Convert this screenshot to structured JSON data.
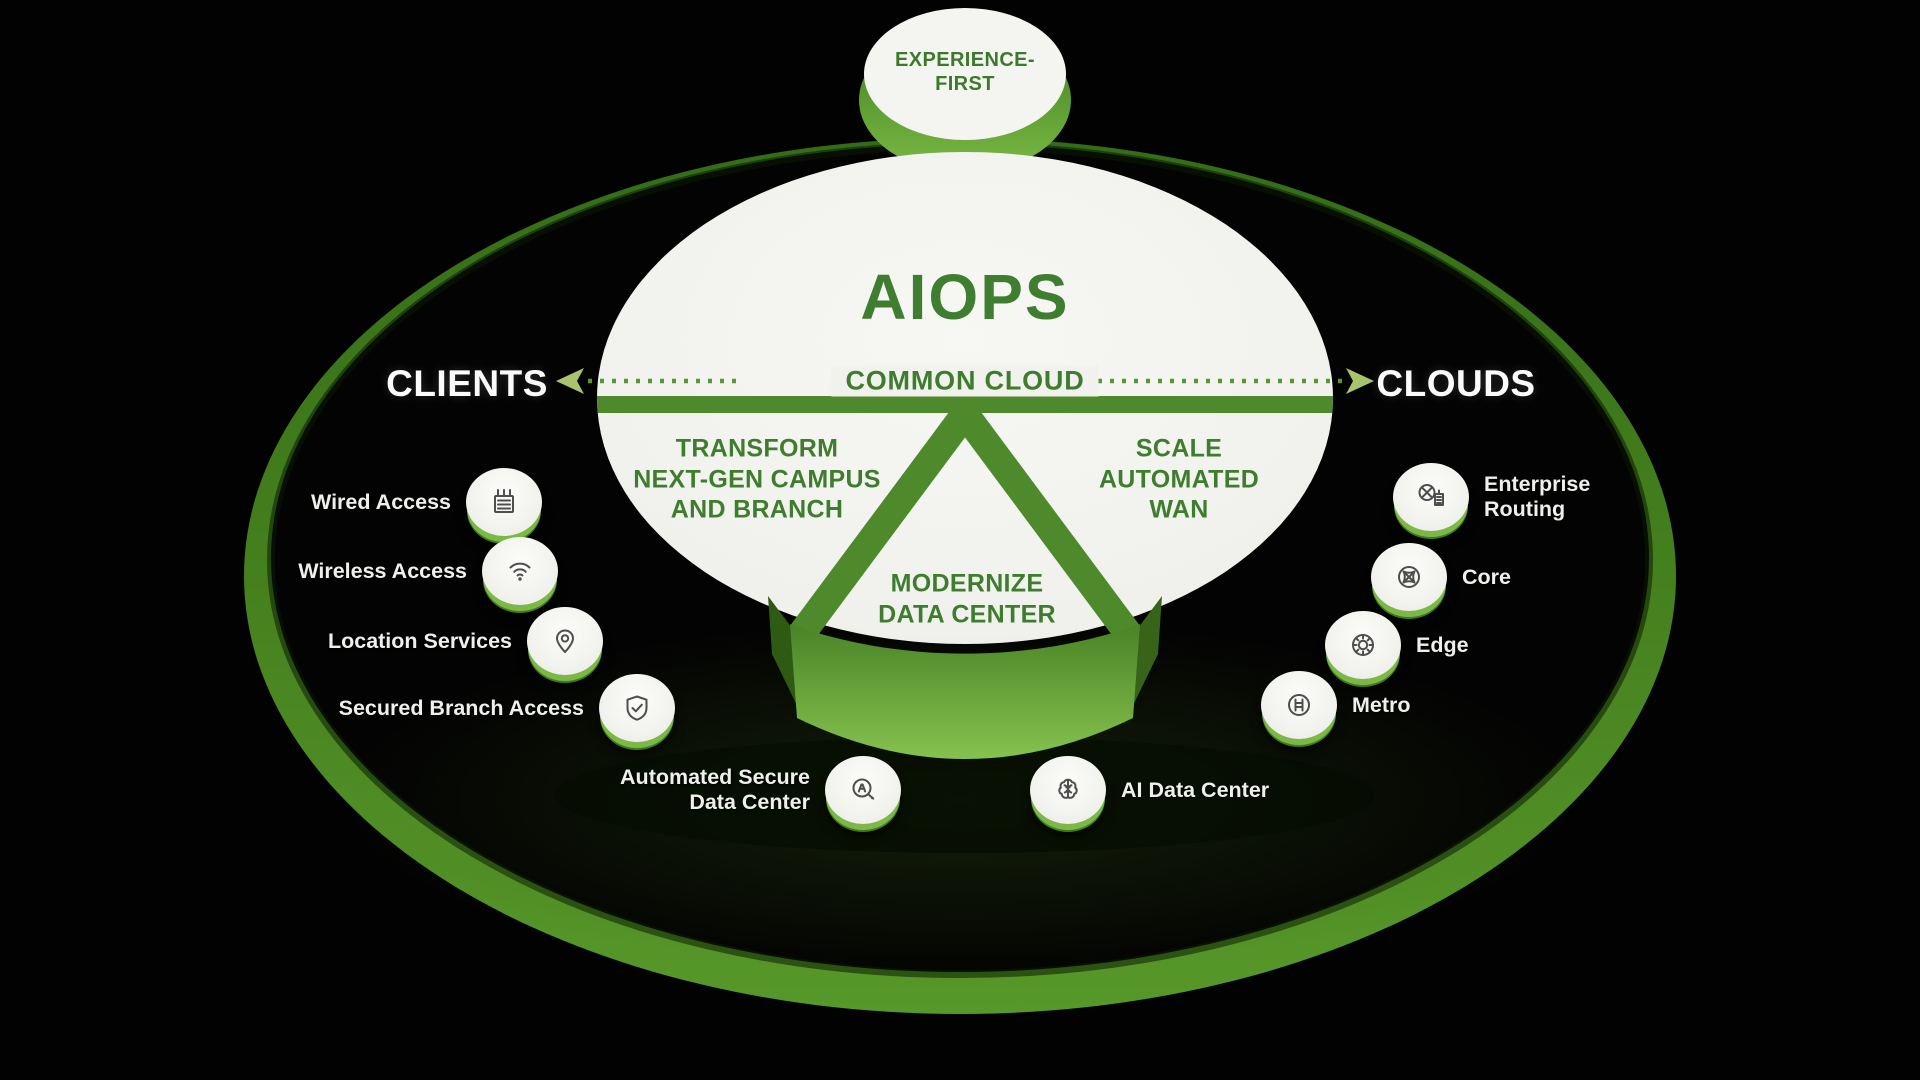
{
  "colors": {
    "accent_green": "#4e8a2b",
    "bright_green": "#7cb944",
    "dark_green": "#2e5a14",
    "text_green": "#3f7d2e",
    "surface_white": "#f1f1ee",
    "background": "#020202",
    "label_white": "#efefec"
  },
  "badge": {
    "line1": "EXPERIENCE-",
    "line2": "FIRST"
  },
  "hub": {
    "title": "AIOPS",
    "band": "COMMON CLOUD"
  },
  "groups": {
    "left": "CLIENTS",
    "right": "CLOUDS"
  },
  "segments": {
    "left": {
      "line1": "TRANSFORM",
      "line2": "NEXT-GEN CAMPUS",
      "line3": "AND BRANCH"
    },
    "right": {
      "line1": "SCALE",
      "line2": "AUTOMATED",
      "line3": "WAN"
    },
    "bottom": {
      "line1": "MODERNIZE",
      "line2": "DATA CENTER"
    }
  },
  "left_items": [
    {
      "label": "Wired Access",
      "icon": "wired-access-icon"
    },
    {
      "label": "Wireless Access",
      "icon": "wifi-icon"
    },
    {
      "label": "Location Services",
      "icon": "location-pin-icon"
    },
    {
      "label": "Secured Branch Access",
      "icon": "shield-check-icon"
    },
    {
      "label": "Automated Secure Data Center",
      "icon": "automation-icon"
    }
  ],
  "right_items": [
    {
      "label": "Enterprise Routing",
      "icon": "enterprise-routing-icon"
    },
    {
      "label": "Core",
      "icon": "core-icon"
    },
    {
      "label": "Edge",
      "icon": "edge-icon"
    },
    {
      "label": "Metro",
      "icon": "metro-icon"
    },
    {
      "label": "AI Data Center",
      "icon": "brain-icon"
    }
  ]
}
